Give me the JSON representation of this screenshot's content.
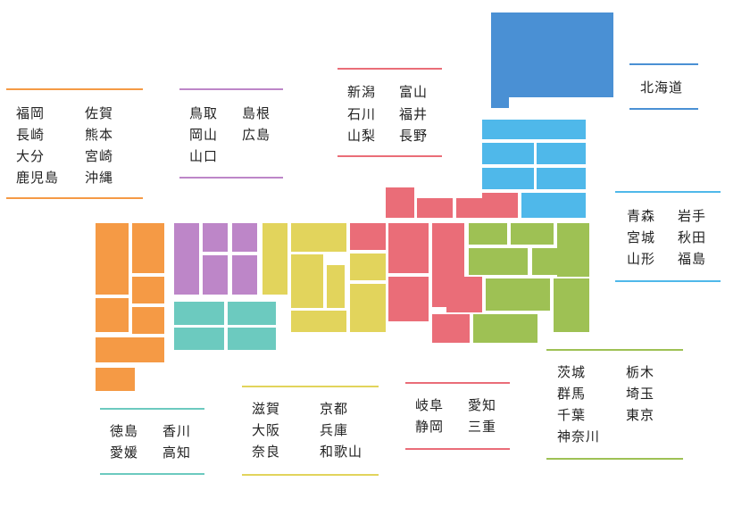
{
  "colors": {
    "hokkaido": "#4a90d4",
    "tohoku": "#4fb8ea",
    "kanto": "#9ec154",
    "chubu": "#ea6d78",
    "kinki": "#e2d45c",
    "chugoku": "#bd86c8",
    "shikoku": "#6ccabf",
    "kyushu": "#f59a45"
  },
  "regions": [
    {
      "id": "kyushu",
      "color": "#f59a45",
      "prefectures": [
        "福岡",
        "佐賀",
        "長崎",
        "熊本",
        "大分",
        "宮崎",
        "鹿児島",
        "沖縄"
      ]
    },
    {
      "id": "chugoku",
      "color": "#bd86c8",
      "prefectures": [
        "鳥取",
        "島根",
        "岡山",
        "広島",
        "山口"
      ]
    },
    {
      "id": "chubu1",
      "color": "#ea6d78",
      "prefectures": [
        "新潟",
        "富山",
        "石川",
        "福井",
        "山梨",
        "長野"
      ]
    },
    {
      "id": "hokkaido",
      "color": "#4a90d4",
      "prefectures": [
        "北海道"
      ]
    },
    {
      "id": "tohoku",
      "color": "#4fb8ea",
      "prefectures": [
        "青森",
        "岩手",
        "宮城",
        "秋田",
        "山形",
        "福島"
      ]
    },
    {
      "id": "shikoku",
      "color": "#6ccabf",
      "prefectures": [
        "徳島",
        "香川",
        "愛媛",
        "高知"
      ]
    },
    {
      "id": "kinki",
      "color": "#e2d45c",
      "prefectures": [
        "滋賀",
        "京都",
        "大阪",
        "兵庫",
        "奈良",
        "和歌山"
      ]
    },
    {
      "id": "chubu2",
      "color": "#ea6d78",
      "prefectures": [
        "岐阜",
        "愛知",
        "静岡",
        "三重"
      ]
    },
    {
      "id": "kanto",
      "color": "#9ec154",
      "prefectures": [
        "茨城",
        "栃木",
        "群馬",
        "埼玉",
        "千葉",
        "東京",
        "神奈川"
      ]
    }
  ]
}
